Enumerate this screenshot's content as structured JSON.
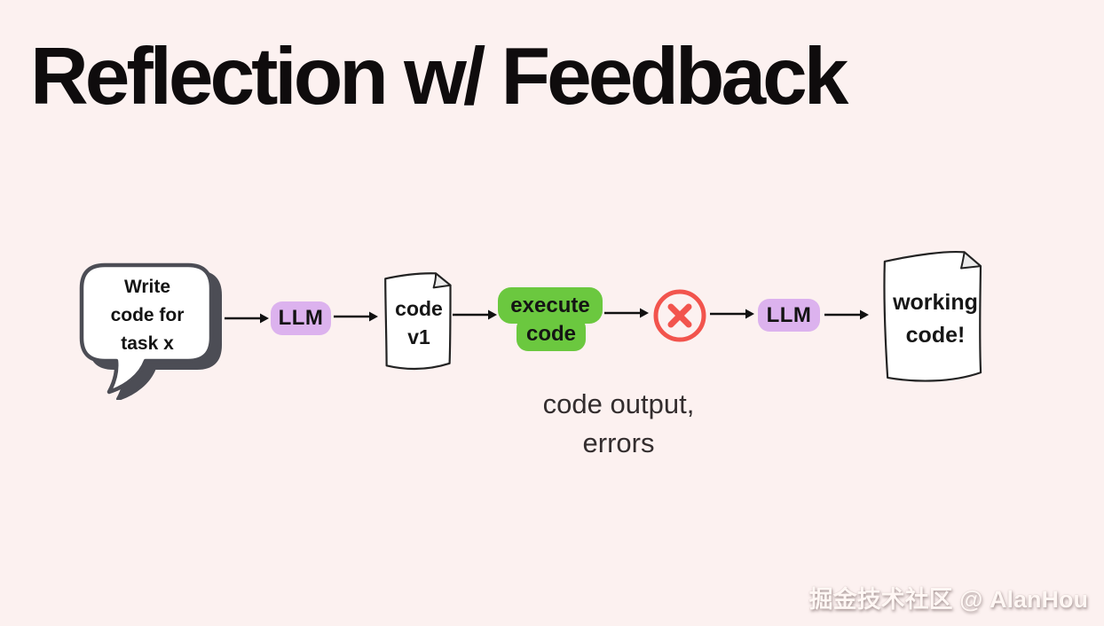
{
  "page": {
    "title": "Reflection w/ Feedback",
    "watermark": "掘金技术社区 @ AlanHou",
    "background_color": "#fcf1f0"
  },
  "flow": {
    "prompt_bubble": {
      "text": "Write\ncode for\ntask x"
    },
    "llm_1": {
      "label": "LLM"
    },
    "code_v1_doc": {
      "text": "code\nv1"
    },
    "execute_badge": {
      "line1": "execute",
      "line2": "code"
    },
    "error_marker": {
      "icon": "x-circle"
    },
    "llm_2": {
      "label": "LLM"
    },
    "working_code_doc": {
      "text": "working\ncode!"
    },
    "annotation": {
      "text": "code output,\nerrors"
    }
  },
  "colors": {
    "background": "#fcf1f0",
    "llm_badge": "#dcb2ee",
    "execute_badge": "#6bc83f",
    "error_red": "#f2544d",
    "bubble_outline": "#4c4d55",
    "arrow": "#111111",
    "title_text": "#0f0c0d"
  }
}
